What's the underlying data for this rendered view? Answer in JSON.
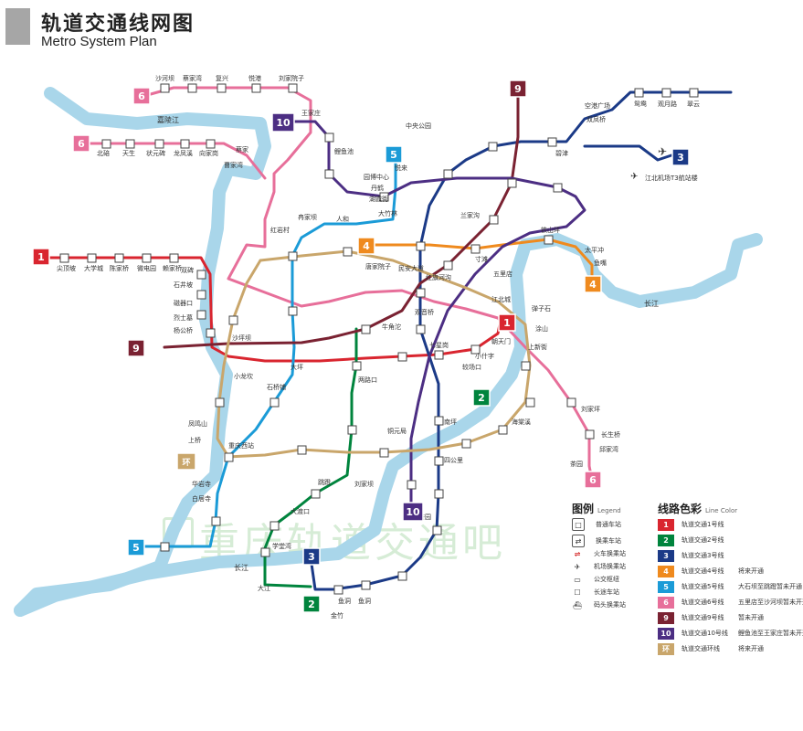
{
  "header": {
    "title_cn": "轨道交通线网图",
    "title_en": "Metro System Plan"
  },
  "watermark": "重庆轨道交通吧",
  "rivers": {
    "jialing_label": "嘉陵江",
    "changjiang_label": "长江",
    "changjiang_label_2": "长江"
  },
  "lines": [
    {
      "id": "1",
      "color": "#d9252f"
    },
    {
      "id": "2",
      "color": "#00843d"
    },
    {
      "id": "3",
      "color": "#1b3a87"
    },
    {
      "id": "4",
      "color": "#ef8a1e"
    },
    {
      "id": "5",
      "color": "#1b9bd7"
    },
    {
      "id": "6",
      "color": "#e76f9a"
    },
    {
      "id": "9",
      "color": "#7a2232"
    },
    {
      "id": "10",
      "color": "#4c2e83"
    },
    {
      "id": "环",
      "color": "#c9a66b"
    }
  ],
  "stations": {
    "l6_north": [
      "沙河坝",
      "蔡家湾",
      "复兴",
      "悦港",
      "刘家院子",
      "曹家湾",
      "蔡家"
    ],
    "l6_branch": [
      "北碚",
      "天生",
      "状元碑",
      "龙凤溪",
      "向家岗"
    ],
    "l1_west": [
      "尖顶坡",
      "大学城",
      "陈家桥",
      "微电园",
      "赖家桥",
      "双碑",
      "石井坡",
      "磁器口",
      "烈士墓",
      "杨公桥",
      "沙坪坝",
      "小龙坎"
    ],
    "l3_north": [
      "江北机场T3航站楼",
      "碧津",
      "空港广场",
      "双凤桥",
      "鸳鸯",
      "观月路",
      "翠云"
    ],
    "l10_north": [
      "王家庄",
      "鲤鱼池",
      "中央公园",
      "悦来",
      "兰家沟"
    ],
    "l5_north": [
      "园博中心",
      "丹鹤",
      "湖霞街",
      "人和"
    ],
    "core": [
      "观音桥",
      "红旗河沟",
      "牛角沱",
      "两路口",
      "大坪",
      "七星岗",
      "较场口",
      "小什字",
      "朝天门",
      "上新街",
      "南坪",
      "四公里",
      "鱼洞",
      "铜元局",
      "红岩村",
      "冉家坝",
      "大竹林"
    ],
    "south": [
      "茶园",
      "大江",
      "金竹",
      "鱼洞",
      "学堂湾",
      "大渡口",
      "跳蹬",
      "刘家坝",
      "重庆西站",
      "上桥",
      "凤鸣山",
      "华岩寺",
      "白居寺"
    ],
    "l4": [
      "唐家院子",
      "民安大道",
      "寸滩",
      "石桥铺",
      "太平冲",
      "鱼嘴"
    ],
    "east": [
      "铁山坪",
      "江北城",
      "五里店",
      "弹子石",
      "涂山",
      "刘家坪",
      "长生桥",
      "邱家湾",
      "茶园",
      "海棠溪"
    ]
  },
  "labels": {
    "l1_badge": "1",
    "l2_badge": "2",
    "l2_badge_b": "2",
    "l3_badge": "3",
    "l3_badge_b": "3",
    "l4_badge": "4",
    "l4_badge_b": "4",
    "l5_badge": "5",
    "l5_badge_b": "5",
    "l6_badge": "6",
    "l6_badge_b": "6",
    "l6_badge_c": "6",
    "l9_badge": "9",
    "l9_badge_b": "9",
    "l10_badge": "10",
    "l10_badge_b": "10",
    "loop_badge": "环"
  },
  "legend": {
    "title": "图例",
    "subtitle": "Legend",
    "icons": [
      {
        "glyph": "□",
        "label": "普通车站"
      },
      {
        "glyph": "⇄",
        "label": "换乘车站"
      },
      {
        "glyph": "⇌",
        "label": "火车换乘站"
      },
      {
        "glyph": "✈",
        "label": "机场换乘站"
      },
      {
        "glyph": "▭",
        "label": "公交枢纽"
      },
      {
        "glyph": "☐",
        "label": "长途车站"
      },
      {
        "glyph": "⛴",
        "label": "码头换乘站"
      }
    ]
  },
  "line_colors": {
    "title": "线路色彩",
    "subtitle": "Line Color",
    "rows": [
      {
        "num": "1",
        "color": "#d9252f",
        "name": "轨道交通1号线",
        "note": ""
      },
      {
        "num": "2",
        "color": "#00843d",
        "name": "轨道交通2号线",
        "note": ""
      },
      {
        "num": "3",
        "color": "#1b3a87",
        "name": "轨道交通3号线",
        "note": ""
      },
      {
        "num": "4",
        "color": "#ef8a1e",
        "name": "轨道交通4号线",
        "note": "将来开通"
      },
      {
        "num": "5",
        "color": "#1b9bd7",
        "name": "轨道交通5号线",
        "note": "大石坝至跳蹬暂未开通"
      },
      {
        "num": "6",
        "color": "#e76f9a",
        "name": "轨道交通6号线",
        "note": "五里店至沙河坝暂未开通"
      },
      {
        "num": "9",
        "color": "#7a2232",
        "name": "轨道交通9号线",
        "note": "暂未开通"
      },
      {
        "num": "10",
        "color": "#4c2e83",
        "name": "轨道交通10号线",
        "note": "鲤鱼池至王家庄暂未开通"
      },
      {
        "num": "环",
        "color": "#c9a66b",
        "name": "轨道交通环线",
        "note": "将来开通"
      }
    ]
  }
}
